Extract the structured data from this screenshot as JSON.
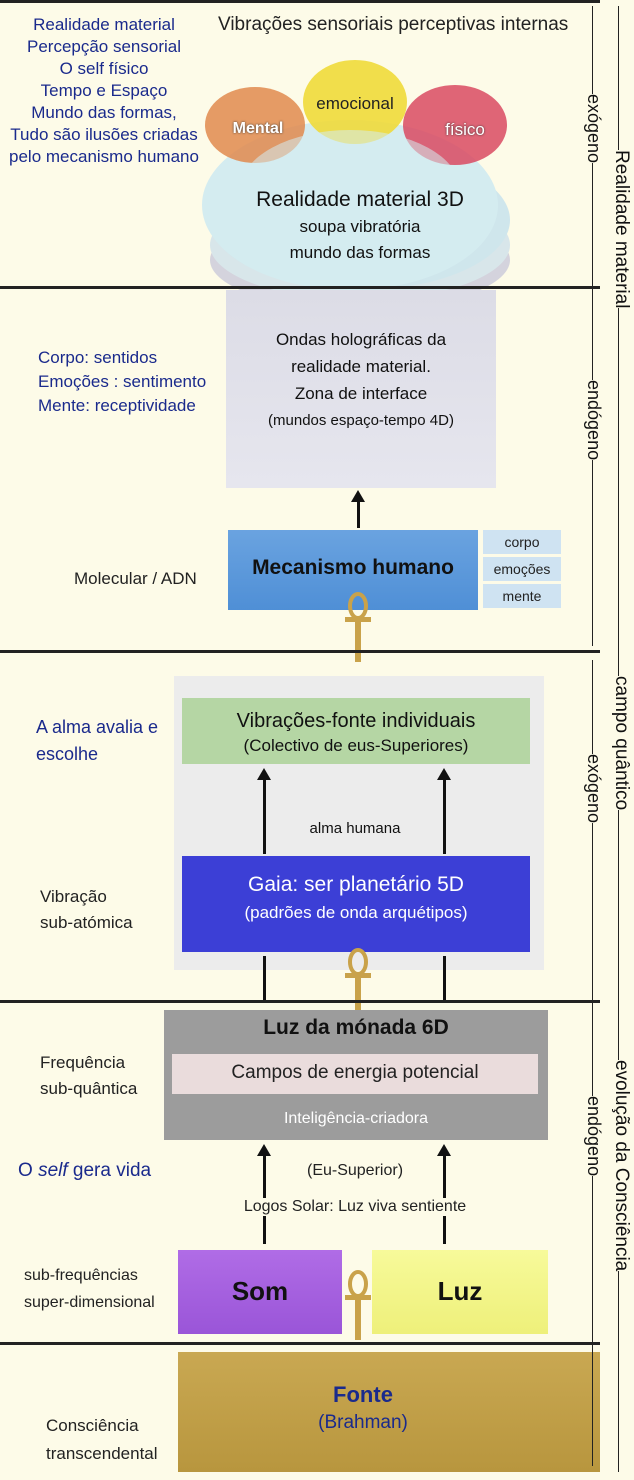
{
  "top_header": "Vibrações sensoriais perceptivas internas",
  "left_labels": {
    "block1": [
      "Realidade material",
      "Percepção sensorial",
      "O self físico",
      "Tempo e Espaço",
      "Mundo das formas,",
      "Tudo são ilusões criadas",
      "pelo mecanismo humano"
    ],
    "block2": [
      "Corpo: sentidos",
      "Emoções : sentimento",
      "Mente: receptividade"
    ],
    "molecular": "Molecular / ADN",
    "alma_avalia": [
      "A alma avalia e",
      "escolhe"
    ],
    "vibracao": [
      "Vibração",
      "sub-atómica"
    ],
    "frequencia": [
      "Frequência",
      "sub-quântica"
    ],
    "self_gera": {
      "pre": "O ",
      "em": "self",
      "post": " gera vida"
    },
    "subfreq": [
      "sub-frequências",
      "super-dimensional"
    ],
    "consciencia": [
      "Consciência",
      "transcendental"
    ]
  },
  "ovals": {
    "mental": "Mental",
    "emocional": "emocional",
    "fisico": "físico",
    "main": [
      "Realidade material 3D",
      "soupa vibratória",
      "mundo das formas"
    ]
  },
  "holo": [
    "Ondas holográficas da",
    "realidade material.",
    "Zona de interface",
    "(mundos espaço-tempo 4D)"
  ],
  "mecanismo": {
    "title": "Mecanismo humano",
    "side": [
      "corpo",
      "emoções",
      "mente"
    ]
  },
  "vibracoes_fonte": [
    "Vibrações-fonte individuais",
    "(Colectivo de eus-Superiores)"
  ],
  "alma_humana": "alma humana",
  "gaia": [
    "Gaia: ser planetário 5D",
    "(padrões de onda arquétipos)"
  ],
  "luz_monada": {
    "title": "Luz da mónada 6D",
    "campos": "Campos de energia potencial",
    "inteligencia": "Inteligência-criadora"
  },
  "eu_superior": "(Eu-Superior)",
  "logos": "Logos Solar: Luz viva sentiente",
  "som": "Som",
  "luz": "Luz",
  "fonte": [
    "Fonte",
    "(Brahman)"
  ],
  "right_labels": {
    "exogeno1": "exógeno",
    "endogeno1": "endógeno",
    "realidade_material": "Realidade material",
    "exogeno2": "exógeno",
    "campo_quantico": "campo quântico",
    "endogeno2": "endógeno",
    "evolucao": "evolução da Consciência"
  },
  "colors": {
    "left_text": "#1a2a8c",
    "mecanismo": "#4f8fd6",
    "vibracoes": "#a9cf9a",
    "gaia": "#3c3fd6",
    "monada": "#9c9c9c",
    "som": "#a560e0",
    "luz": "#f4f78a",
    "fonte": "#c3a04a"
  }
}
